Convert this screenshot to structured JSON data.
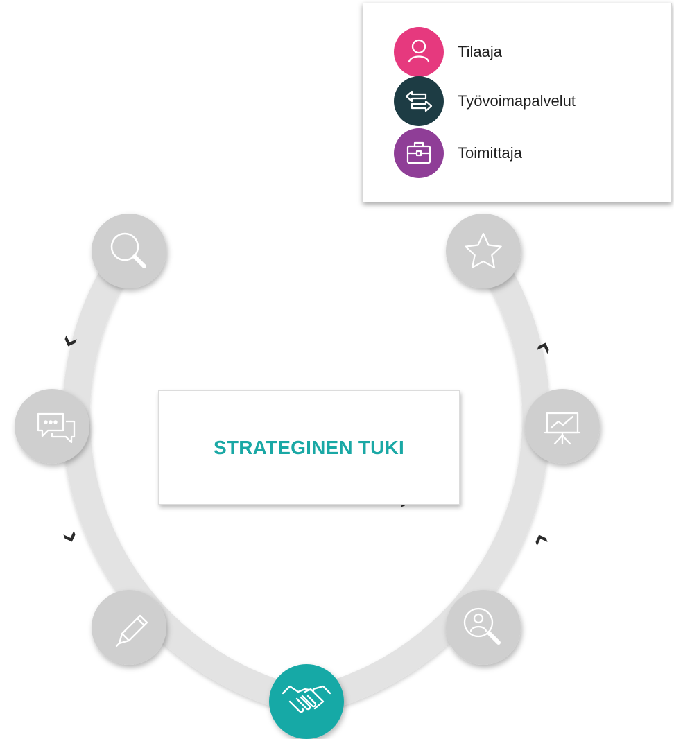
{
  "legend": {
    "items": [
      {
        "label": "Tilaaja",
        "color": "#e6397e",
        "icon": "person-icon"
      },
      {
        "label": "Työvoimapalvelut",
        "color": "#1d3c44",
        "icon": "exchange-arrows-icon"
      },
      {
        "label": "Toimittaja",
        "color": "#8f3e97",
        "icon": "briefcase-icon"
      }
    ]
  },
  "center": {
    "title": "STRATEGINEN TUKI"
  },
  "cycle": {
    "ring_color": "#e3e3e3",
    "node_color": "#cfcfcf",
    "active_color": "#17a9a6",
    "arrow_color": "#2b2b2b",
    "nodes": [
      {
        "icon": "search-icon",
        "active": false
      },
      {
        "icon": "chat-bubbles-icon",
        "active": false
      },
      {
        "icon": "pen-icon",
        "active": false
      },
      {
        "icon": "handshake-icon",
        "active": true
      },
      {
        "icon": "user-search-icon",
        "active": false
      },
      {
        "icon": "presentation-chart-icon",
        "active": false
      },
      {
        "icon": "star-icon",
        "active": false
      }
    ]
  }
}
